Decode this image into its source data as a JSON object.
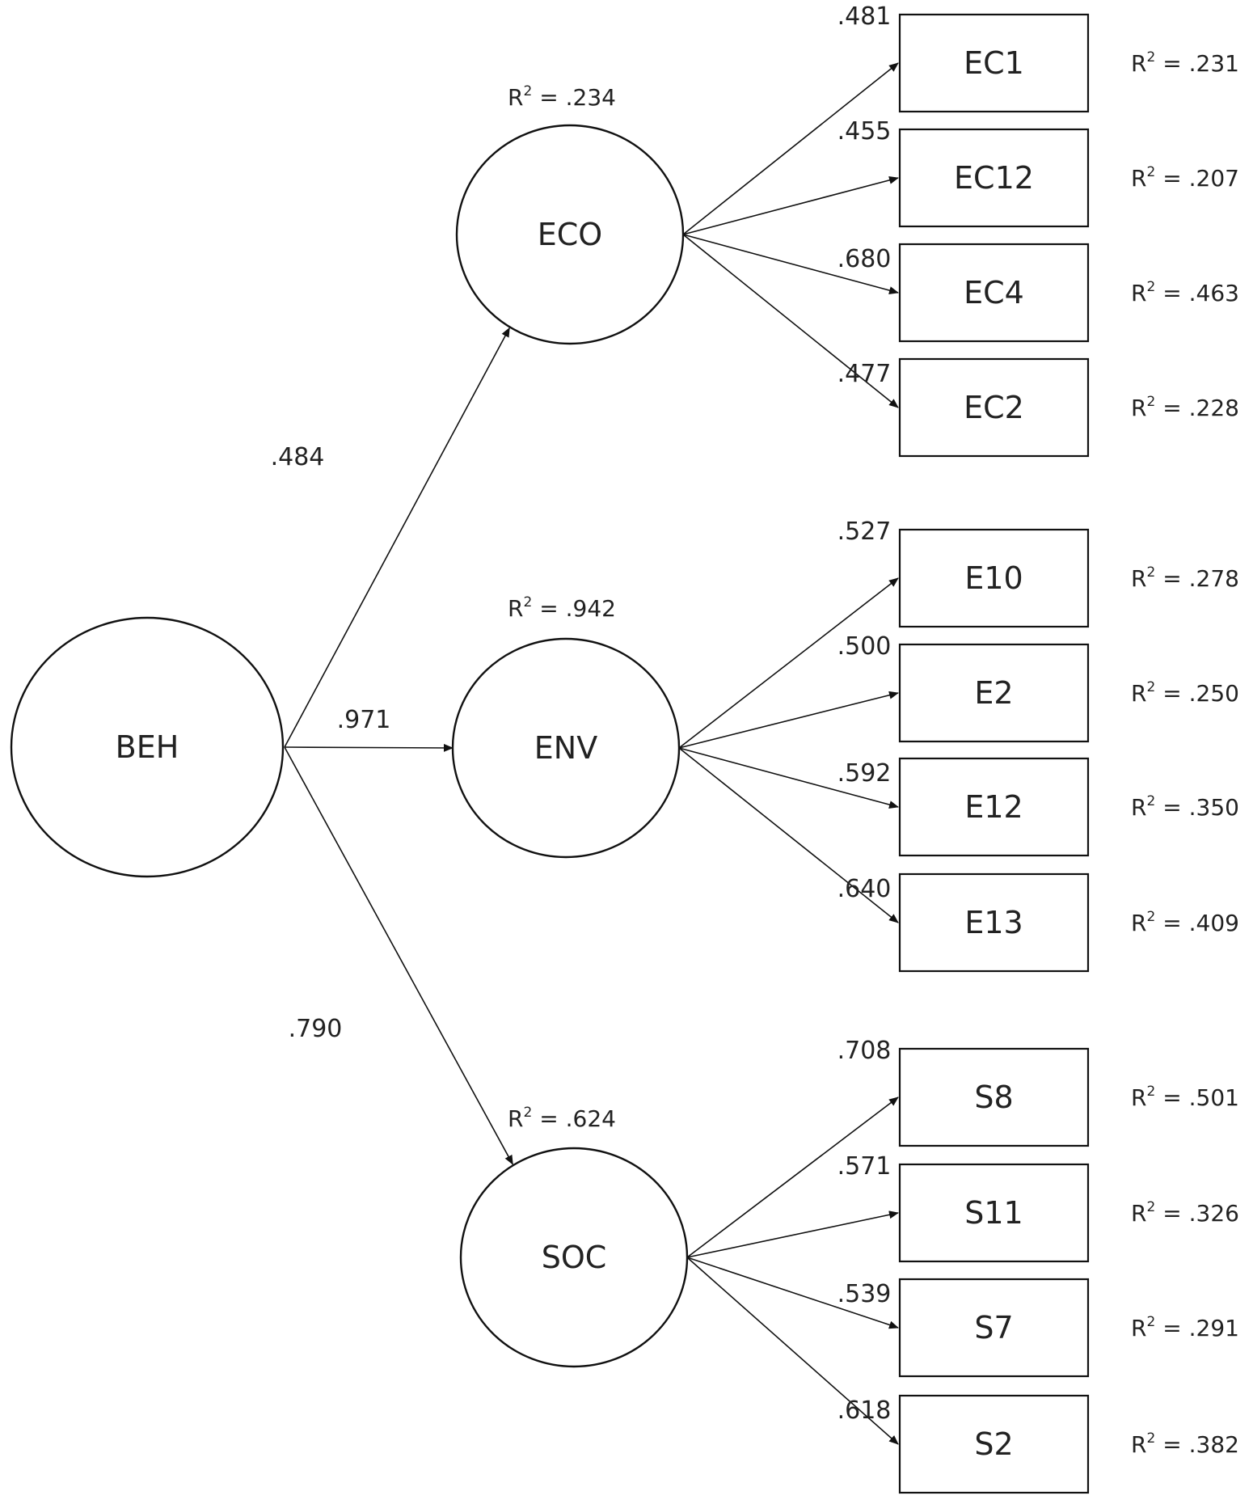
{
  "latent": {
    "BEH": {
      "label": "BEH"
    },
    "ECO": {
      "label": "ECO",
      "r2": "= .234"
    },
    "ENV": {
      "label": "ENV",
      "r2": "= .942"
    },
    "SOC": {
      "label": "SOC",
      "r2": "= .624"
    }
  },
  "structural_paths": [
    {
      "from": "BEH",
      "to": "ECO",
      "coef": ".484"
    },
    {
      "from": "BEH",
      "to": "ENV",
      "coef": ".971"
    },
    {
      "from": "BEH",
      "to": "SOC",
      "coef": ".790"
    }
  ],
  "indicators": [
    {
      "factor": "ECO",
      "label": "EC1",
      "loading": ".481",
      "r2": "= .231"
    },
    {
      "factor": "ECO",
      "label": "EC12",
      "loading": ".455",
      "r2": "= .207"
    },
    {
      "factor": "ECO",
      "label": "EC4",
      "loading": ".680",
      "r2": "= .463"
    },
    {
      "factor": "ECO",
      "label": "EC2",
      "loading": ".477",
      "r2": "= .228"
    },
    {
      "factor": "ENV",
      "label": "E10",
      "loading": ".527",
      "r2": "= .278"
    },
    {
      "factor": "ENV",
      "label": "E2",
      "loading": ".500",
      "r2": "= .250"
    },
    {
      "factor": "ENV",
      "label": "E12",
      "loading": ".592",
      "r2": "= .350"
    },
    {
      "factor": "ENV",
      "label": "E13",
      "loading": ".640",
      "r2": "= .409"
    },
    {
      "factor": "SOC",
      "label": "S8",
      "loading": ".708",
      "r2": "= .501"
    },
    {
      "factor": "SOC",
      "label": "S11",
      "loading": ".571",
      "r2": "= .326"
    },
    {
      "factor": "SOC",
      "label": "S7",
      "loading": ".539",
      "r2": "= .291"
    },
    {
      "factor": "SOC",
      "label": "S2",
      "loading": ".618",
      "r2": "= .382"
    }
  ],
  "r2_symbol": "R",
  "r2_superscript": "2"
}
